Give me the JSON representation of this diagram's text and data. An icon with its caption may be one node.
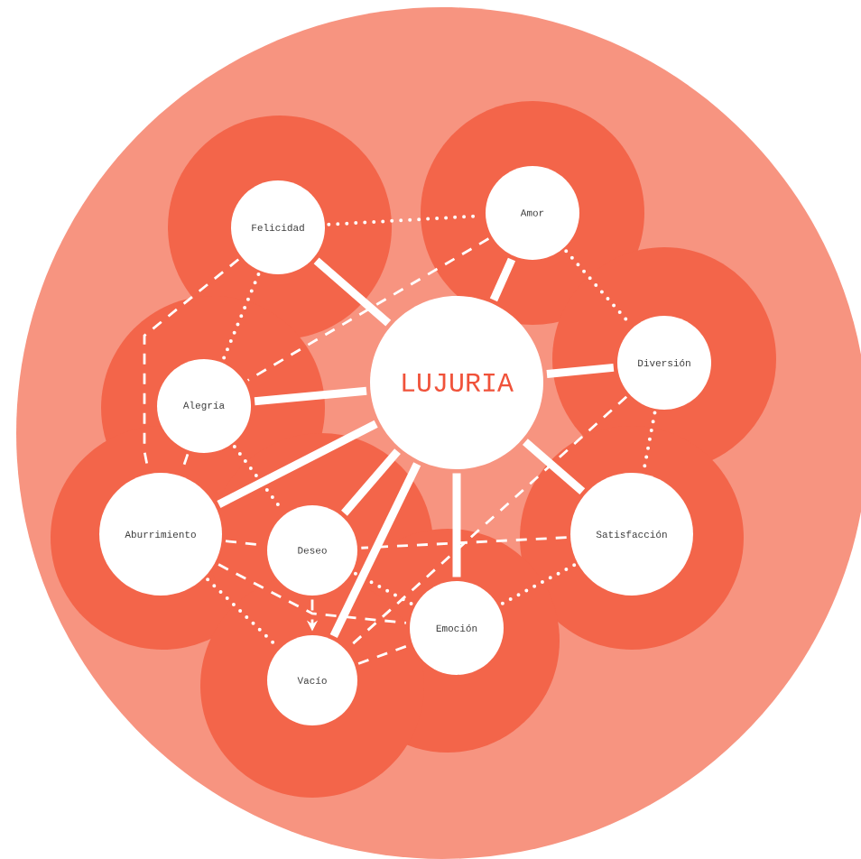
{
  "diagram": {
    "nodes": [
      {
        "text": [
          "LUJURIA"
        ]
      },
      {
        "text": [
          "Felicidad"
        ]
      },
      {
        "text": [
          "Amor"
        ]
      },
      {
        "text": [
          "Diversión"
        ]
      },
      {
        "text": [
          "Alegría"
        ]
      },
      {
        "text": [
          "Aburrimiento"
        ]
      },
      {
        "text": [
          "Deseo"
        ]
      },
      {
        "text": [
          "Satisfacción"
        ]
      },
      {
        "text": [
          "Emoción"
        ]
      },
      {
        "text": [
          "Vacío"
        ]
      }
    ],
    "edges": [
      {
        "from": 0,
        "to": 1,
        "arrow": "none",
        "style": "thick"
      },
      {
        "from": 0,
        "to": 2,
        "arrow": "none",
        "style": "thick"
      },
      {
        "from": 0,
        "to": 3,
        "arrow": "none",
        "style": "thick"
      },
      {
        "from": 0,
        "to": 4,
        "arrow": "none",
        "style": "thick"
      },
      {
        "from": 0,
        "to": 7,
        "arrow": "none",
        "style": "thick"
      },
      {
        "from": 0,
        "to": 8,
        "arrow": "none",
        "style": "thick"
      },
      {
        "from": 0,
        "to": 6,
        "arrow": "none",
        "style": "thick"
      },
      {
        "from": 0,
        "to": 5,
        "arrow": "none",
        "style": "thick"
      },
      {
        "from": 0,
        "to": 9,
        "arrow": "none",
        "style": "thick"
      },
      {
        "from": 1,
        "to": 2,
        "arrow": "none",
        "style": "dashed"
      },
      {
        "from": 2,
        "to": 3,
        "arrow": "none",
        "style": "dashed"
      },
      {
        "from": 1,
        "to": 4,
        "arrow": "none",
        "style": "dashed"
      },
      {
        "from": 3,
        "to": 7,
        "arrow": "none",
        "style": "dashed"
      },
      {
        "from": 7,
        "to": 8,
        "arrow": "none",
        "style": "dashed"
      },
      {
        "from": 4,
        "to": 6,
        "arrow": "none",
        "style": "dashed"
      },
      {
        "from": 5,
        "to": 9,
        "arrow": "none",
        "style": "dashed"
      },
      {
        "from": 6,
        "to": 8,
        "arrow": "none",
        "style": "dashed"
      },
      {
        "from": 2,
        "to": 4,
        "arrow": "none",
        "style": "dashed"
      },
      {
        "from": 1,
        "to": 5,
        "arrow": "none",
        "style": "dashed"
      },
      {
        "from": 3,
        "to": 9,
        "arrow": "none",
        "style": "dashed"
      },
      {
        "from": 7,
        "to": 6,
        "arrow": "none",
        "style": "dashed"
      },
      {
        "from": 5,
        "to": 6,
        "arrow": "none",
        "style": "dashed"
      },
      {
        "from": 5,
        "to": 8,
        "arrow": "none",
        "style": "dashed"
      },
      {
        "from": 6,
        "to": 9,
        "arrow": "to",
        "style": "dashed"
      },
      {
        "from": 9,
        "to": 8,
        "arrow": "none",
        "style": "dashed"
      },
      {
        "from": 4,
        "to": 5,
        "arrow": "none",
        "style": "dashed"
      }
    ]
  }
}
